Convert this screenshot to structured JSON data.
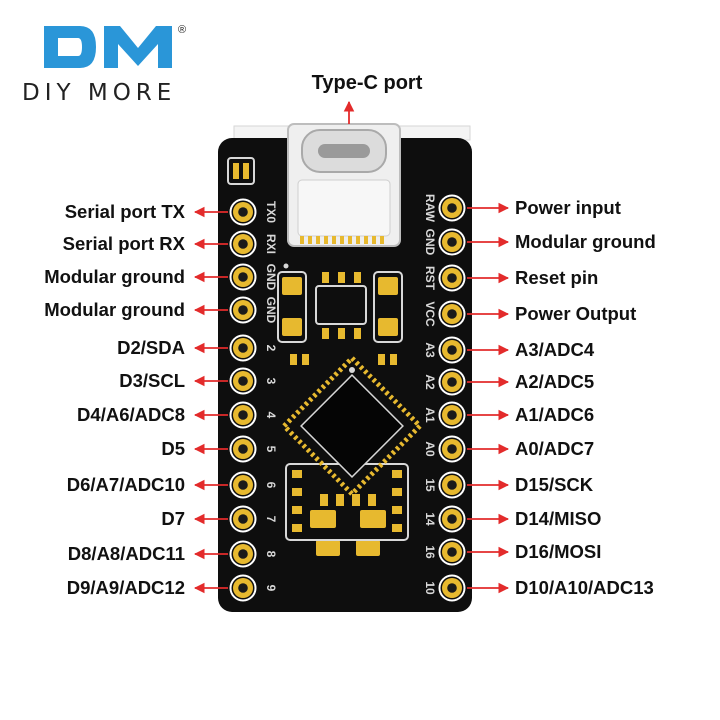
{
  "brand": {
    "mark": "DM",
    "registered": "®",
    "name": "DIY MORE",
    "colors": {
      "mark_blue": "#2a96d8",
      "text": "#222222"
    }
  },
  "title": "Type-C port",
  "colors": {
    "arrow": "#e32b2b",
    "pcb": "#0e0e0e",
    "pad_gold": "#e7b92f",
    "silk": "#d8d8d8"
  },
  "left_labels": [
    "Serial port TX",
    "Serial port RX",
    "Modular ground",
    "Modular ground",
    "D2/SDA",
    "D3/SCL",
    "D4/A6/ADC8",
    "D5",
    "D6/A7/ADC10",
    "D7",
    "D8/A8/ADC11",
    "D9/A9/ADC12"
  ],
  "right_labels": [
    "Power input",
    "Modular ground",
    "Reset pin",
    "Power Output",
    "A3/ADC4",
    "A2/ADC5",
    "A1/ADC6",
    "A0/ADC7",
    "D15/SCK",
    "D14/MISO",
    "D16/MOSI",
    "D10/A10/ADC13"
  ],
  "left_silk": [
    "TX0",
    "RXI",
    "GND",
    "GND",
    "2",
    "3",
    "4",
    "5",
    "6",
    "7",
    "8",
    "9"
  ],
  "right_silk": [
    "RAW",
    "GND",
    "RST",
    "VCC",
    "A3",
    "A2",
    "A1",
    "A0",
    "15",
    "14",
    "16",
    "10"
  ]
}
